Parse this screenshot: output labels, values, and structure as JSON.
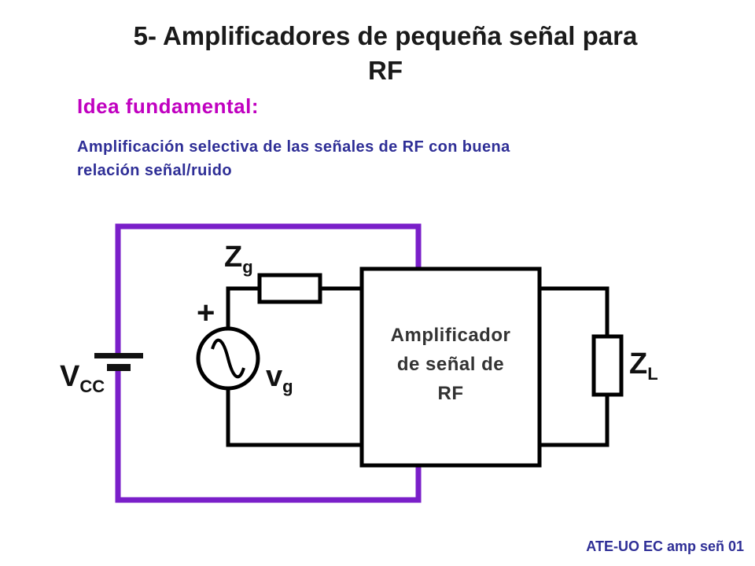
{
  "slide": {
    "title_line1": "5- Amplificadores de pequeña señal para",
    "title_line2": "RF",
    "subtitle": "Idea fundamental:",
    "description_line1": "Amplificación selectiva de las señales de RF con buena",
    "description_line2": "relación señal/ruido",
    "footer": "ATE-UO EC amp señ 01"
  },
  "circuit": {
    "amplifier_line1": "Amplificador",
    "amplifier_line2": "de señal de",
    "amplifier_line3": "RF",
    "vcc_main": "V",
    "vcc_sub": "CC",
    "zg_main": "Z",
    "zg_sub": "g",
    "vg_main": "v",
    "vg_sub": "g",
    "zl_main": "Z",
    "zl_sub": "L",
    "plus_sign": "+",
    "colors": {
      "supply_wire": "#7a1fc9",
      "signal_wire": "#000000"
    }
  }
}
